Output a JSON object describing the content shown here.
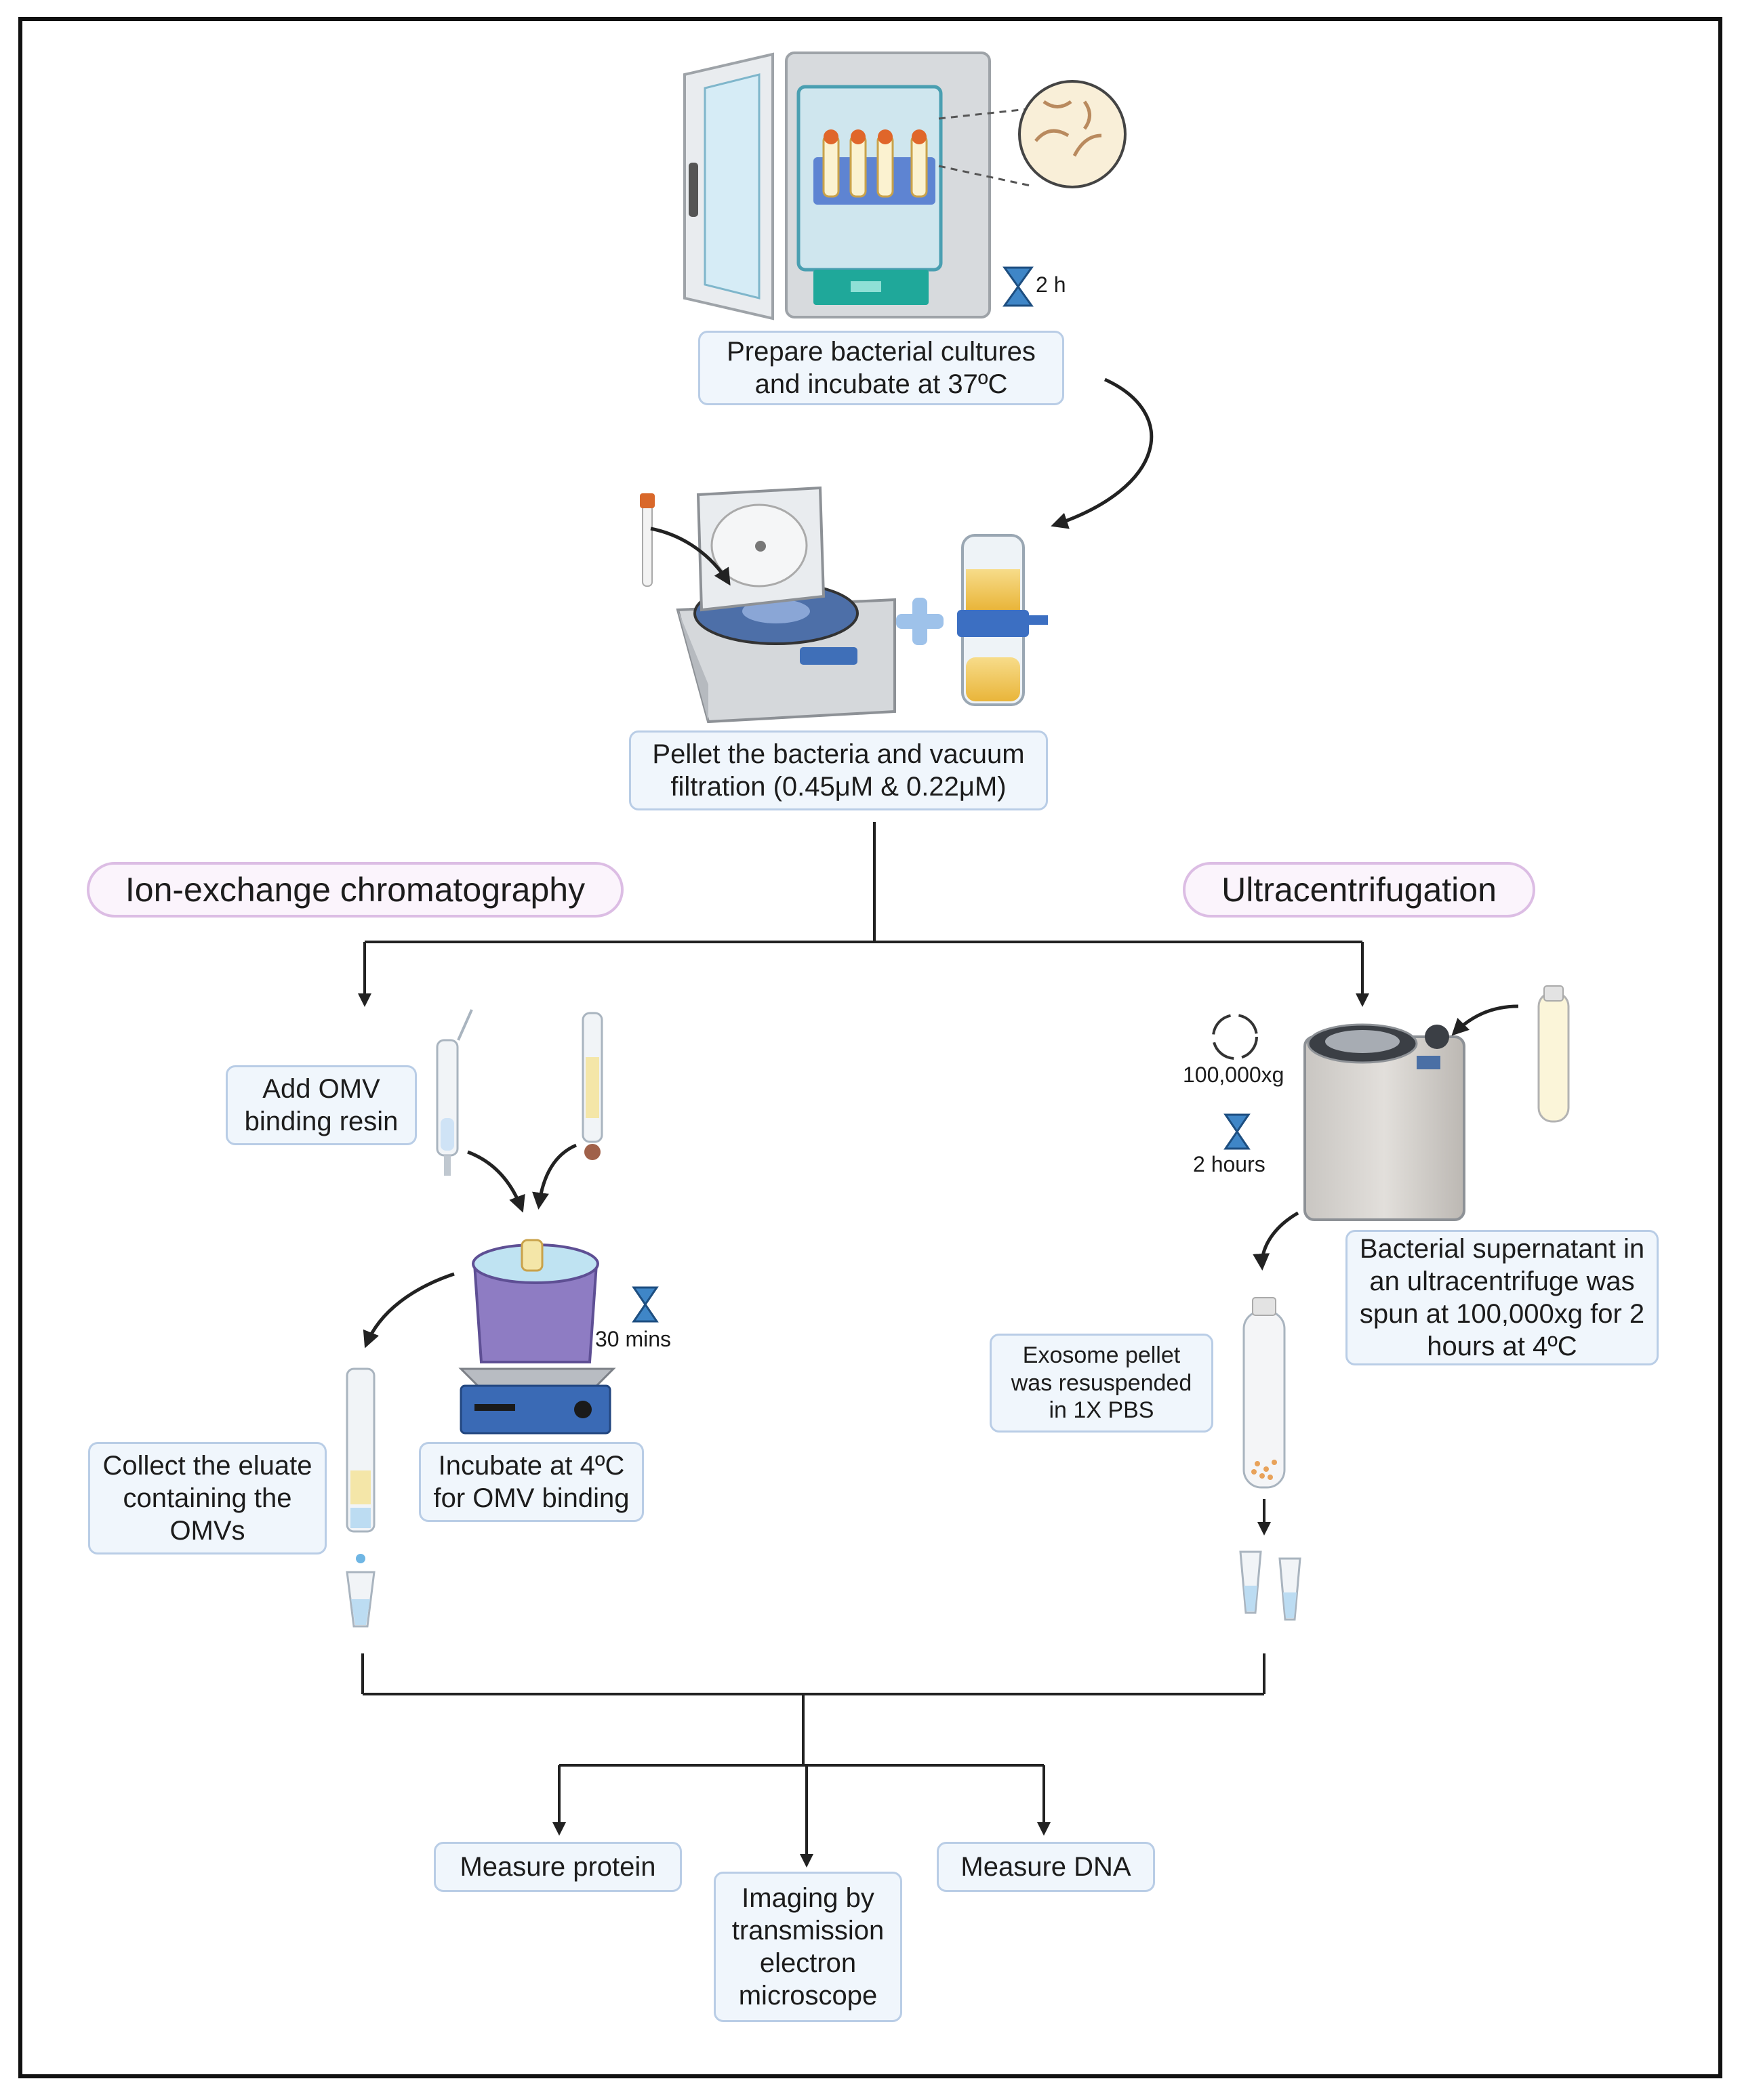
{
  "steps": {
    "incubate": {
      "lines": [
        "Prepare bacterial cultures",
        "and incubate at 37ºC"
      ],
      "timer": "2 h"
    },
    "pellet": {
      "lines": [
        "Pellet the bacteria and vacuum",
        "filtration (0.45μM & 0.22μM)"
      ]
    }
  },
  "branches": {
    "left": {
      "header": "Ion-exchange chromatography",
      "add_resin": {
        "lines": [
          "Add OMV",
          "binding resin"
        ]
      },
      "incubate_binding": {
        "lines": [
          "Incubate at 4ºC",
          "for OMV binding"
        ],
        "timer": "30 mins"
      },
      "collect_eluate": {
        "lines": [
          "Collect the eluate",
          "containing the",
          "OMVs"
        ]
      }
    },
    "right": {
      "header": "Ultracentrifugation",
      "speed": "100,000xg",
      "duration": "2 hours",
      "spin": {
        "lines": [
          "Bacterial supernatant in",
          "an ultracentrifuge was",
          "spun at 100,000xg for 2",
          "hours at 4ºC"
        ]
      },
      "resuspend": {
        "lines": [
          "Exosome pellet",
          "was resuspended",
          "in 1X PBS"
        ]
      }
    }
  },
  "outputs": [
    {
      "lines": [
        "Measure protein"
      ]
    },
    {
      "lines": [
        "Imaging by",
        "transmission",
        "electron",
        "microscope"
      ]
    },
    {
      "lines": [
        "Measure DNA"
      ]
    }
  ],
  "colors": {
    "label_border": "#b9cde6",
    "label_fill": "#f0f6fc",
    "header_border": "#dcbde4",
    "arrow": "#222222",
    "accent_teal": "#1fa89a",
    "accent_purple": "#8e7cc3"
  }
}
